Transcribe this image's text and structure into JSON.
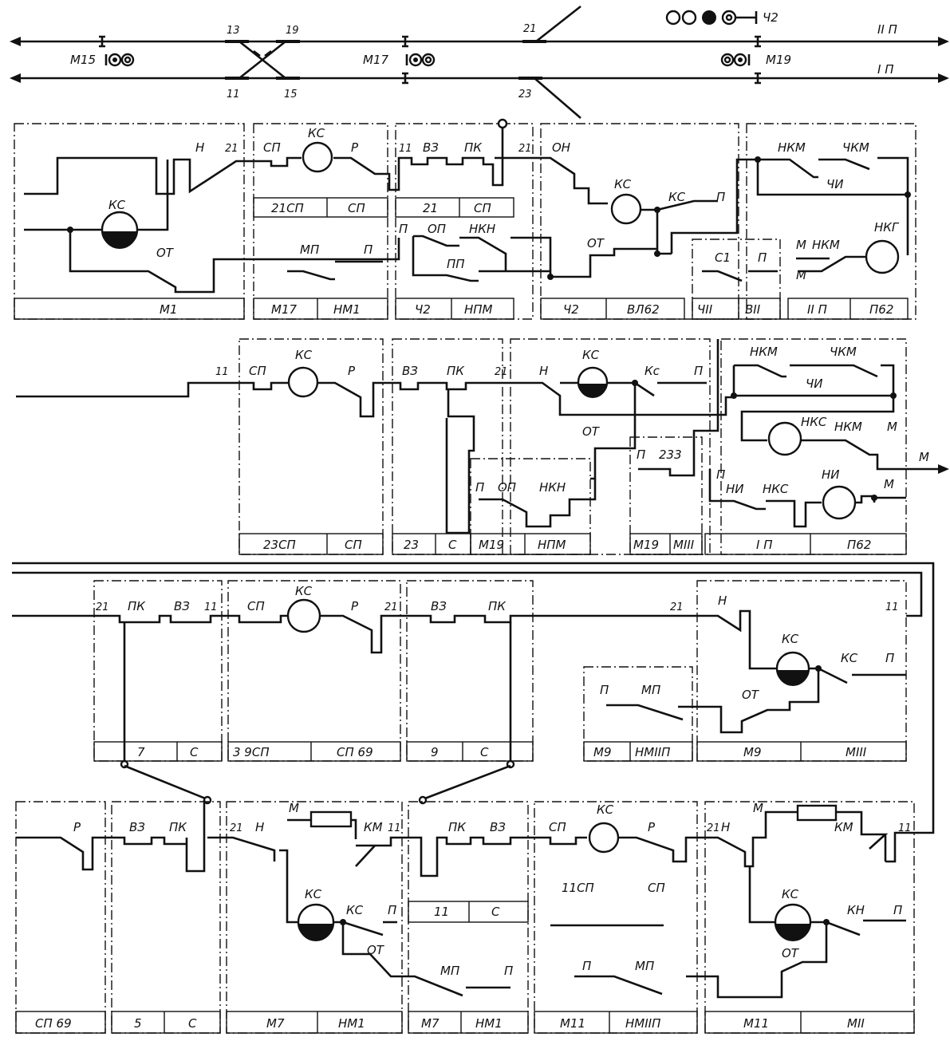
{
  "track_plan": {
    "track_labels": [
      "II П",
      "I П"
    ],
    "signals": [
      {
        "label": "М15"
      },
      {
        "label": "М17"
      },
      {
        "label": "М19"
      },
      {
        "label": "Ч2"
      }
    ],
    "switches": [
      "13",
      "19",
      "11",
      "15",
      "21",
      "23"
    ]
  },
  "blocks": {
    "r1": {
      "b1": {
        "labels": [
          "Н",
          "21",
          "КС",
          "ОТ"
        ],
        "footer": [
          "М1"
        ]
      },
      "b2": {
        "labels": [
          "СП",
          "КС",
          "Р",
          "МП",
          "П"
        ],
        "subfooter": [
          "21СП",
          "СП"
        ],
        "footer": [
          "М17",
          "НМ1"
        ]
      },
      "b3": {
        "labels": [
          "11",
          "ВЗ",
          "ПК",
          "П",
          "ОП",
          "НКН",
          "ПП"
        ],
        "subfooter": [
          "21",
          "СП"
        ],
        "footer": [
          "Ч2",
          "НПМ"
        ]
      },
      "b4": {
        "labels": [
          "21",
          "ОН",
          "КС",
          "КС",
          "П",
          "ОТ"
        ],
        "footer": [
          "Ч2",
          "ВЛ62"
        ]
      },
      "b4b": {
        "labels": [
          "С1",
          "П"
        ],
        "footer": [
          "ЧII",
          "ВII"
        ]
      },
      "b5": {
        "labels": [
          "НКМ",
          "ЧКМ",
          "ЧИ",
          "М",
          "НКМ",
          "НКГ",
          "М"
        ],
        "footer": [
          "II П",
          "П62"
        ]
      }
    },
    "r2": {
      "b1": {
        "labels": [
          "11",
          "СП",
          "КС",
          "Р"
        ],
        "footer": [
          "23СП",
          "СП"
        ]
      },
      "b2": {
        "labels": [
          "ВЗ",
          "ПК"
        ],
        "footer": [
          "23",
          "С"
        ]
      },
      "b3": {
        "labels": [
          "21",
          "Н",
          "КС",
          "Кс",
          "П",
          "ОТ",
          "П",
          "ОП",
          "НКН"
        ],
        "footer": [
          "М19",
          "НПМ"
        ]
      },
      "b4": {
        "labels": [
          "П",
          "233"
        ],
        "footer": [
          "М19",
          "МIII"
        ]
      },
      "b5": {
        "labels": [
          "НКМ",
          "ЧКМ",
          "ЧИ",
          "НКС",
          "НКМ",
          "М",
          "М",
          "П",
          "НИ",
          "НКС",
          "НИ",
          "М"
        ],
        "footer": [
          "I П",
          "П62"
        ]
      }
    },
    "r3": {
      "b1": {
        "labels": [
          "21",
          "ПК",
          "ВЗ",
          "11"
        ],
        "footer": [
          "7",
          "С"
        ]
      },
      "b2": {
        "labels": [
          "СП",
          "КС",
          "Р",
          "21"
        ],
        "footer": [
          "3 9СП",
          "СП 69"
        ]
      },
      "b3": {
        "labels": [
          "ВЗ",
          "ПК"
        ],
        "footer": [
          "9",
          "С"
        ]
      },
      "b4": {
        "labels": [
          "П",
          "МП"
        ],
        "footer": [
          "М9",
          "НМIIП"
        ]
      },
      "b5": {
        "labels": [
          "21",
          "Н",
          "11",
          "КС",
          "КС",
          "П",
          "ОТ"
        ],
        "footer": [
          "М9",
          "МIII"
        ]
      }
    },
    "r4": {
      "b0": {
        "labels": [
          "Р"
        ],
        "footer": [
          "СП 69"
        ]
      },
      "b1": {
        "labels": [
          "ВЗ",
          "ПК"
        ],
        "footer": [
          "5",
          "С"
        ]
      },
      "b2": {
        "labels": [
          "21",
          "Н",
          "М",
          "КМ",
          "11",
          "КС",
          "КС",
          "П",
          "ОТ",
          "МП",
          "П"
        ],
        "footer": [
          "М7",
          "НМ1"
        ]
      },
      "b3": {
        "labels": [
          "ПК",
          "ВЗ"
        ],
        "subfooter": [
          "11",
          "С"
        ],
        "footer": [
          "М7",
          "НМ1"
        ]
      },
      "b4": {
        "labels": [
          "СП",
          "КС",
          "Р",
          "11СП",
          "СП",
          "П",
          "МП"
        ],
        "footer": [
          "М11",
          "НМIIП"
        ]
      },
      "b5": {
        "labels": [
          "21",
          "Н",
          "М",
          "КМ",
          "11",
          "КС",
          "КН",
          "П",
          "ОТ"
        ],
        "footer": [
          "М11",
          "МII"
        ]
      }
    }
  }
}
